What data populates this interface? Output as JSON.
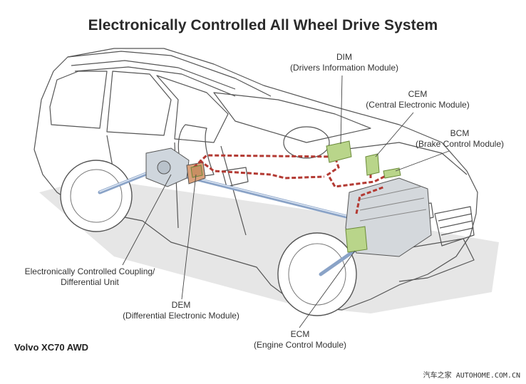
{
  "title": "Electronically Controlled All Wheel Drive System",
  "model": "Volvo XC70 AWD",
  "watermark": {
    "cn": "汽车之家",
    "site": "AUTOHOME.COM.CN"
  },
  "labels": {
    "dim": {
      "abbr": "DIM",
      "full": "(Drivers Information Module)"
    },
    "cem": {
      "abbr": "CEM",
      "full": "(Central Electronic Module)"
    },
    "bcm": {
      "abbr": "BCM",
      "full": "(Brake Control Module)"
    },
    "coupling": {
      "line1": "Electronically Controlled Coupling/",
      "line2": "Differential Unit"
    },
    "dem": {
      "abbr": "DEM",
      "full": "(Differential Electronic Module)"
    },
    "ecm": {
      "abbr": "ECM",
      "full": "(Engine Control Module)"
    }
  },
  "colors": {
    "module": "#b9d58a",
    "wire": "#b33a33",
    "shaft": "#9fb7d6",
    "car_line": "#555555"
  }
}
